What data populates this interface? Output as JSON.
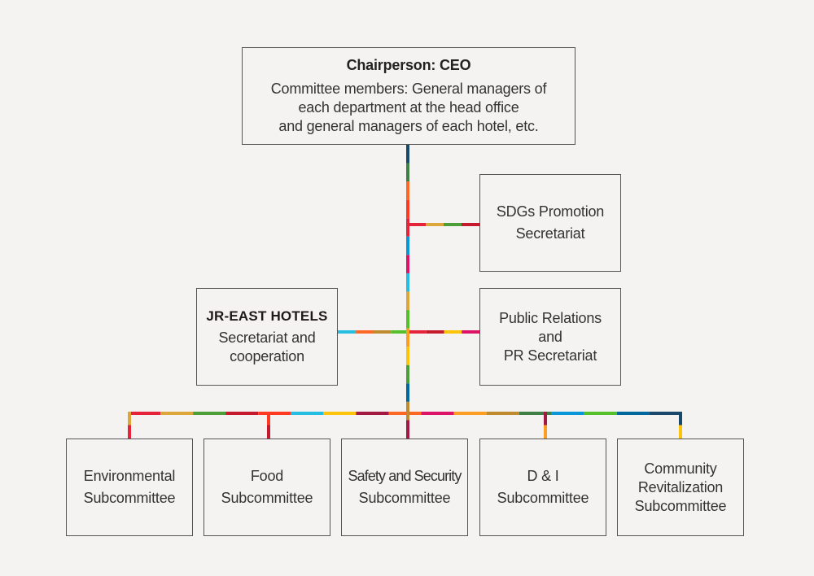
{
  "chairperson": {
    "title": "Chairperson: CEO",
    "member_lines": [
      "Committee members: General managers of",
      "each department at the head office",
      "and general managers of each hotel, etc."
    ]
  },
  "sdgs_secretariat": {
    "lines": [
      "SDGs Promotion",
      "Secretariat"
    ]
  },
  "jr_east_hotels": {
    "logo_text": "JR-EAST HOTELS",
    "lines": [
      "Secretariat and",
      "cooperation"
    ]
  },
  "public_relations": {
    "lines": [
      "Public Relations",
      "and",
      "PR Secretariat"
    ]
  },
  "subcommittees": [
    {
      "lines": [
        "Environmental",
        "Subcommittee"
      ]
    },
    {
      "lines": [
        "Food",
        "Subcommittee"
      ]
    },
    {
      "lines": [
        "Safety and Security",
        "Subcommittee"
      ]
    },
    {
      "lines": [
        "D & I",
        "Subcommittee"
      ]
    },
    {
      "lines": [
        "Community",
        "Revitalization",
        "Subcommittee"
      ]
    }
  ],
  "colors": {
    "background": "#f4f3f1",
    "box_border": "#555555",
    "text": "#333333"
  },
  "connector_colors": [
    "#e5243b",
    "#dda63a",
    "#4c9f38",
    "#c5192d",
    "#ff3a21",
    "#26bde2",
    "#fcc30b",
    "#a21942",
    "#fd6925",
    "#dd1367",
    "#fd9d24",
    "#bf8b2e",
    "#3f7e44",
    "#0a97d9",
    "#56c02b",
    "#00689d",
    "#19486a"
  ]
}
